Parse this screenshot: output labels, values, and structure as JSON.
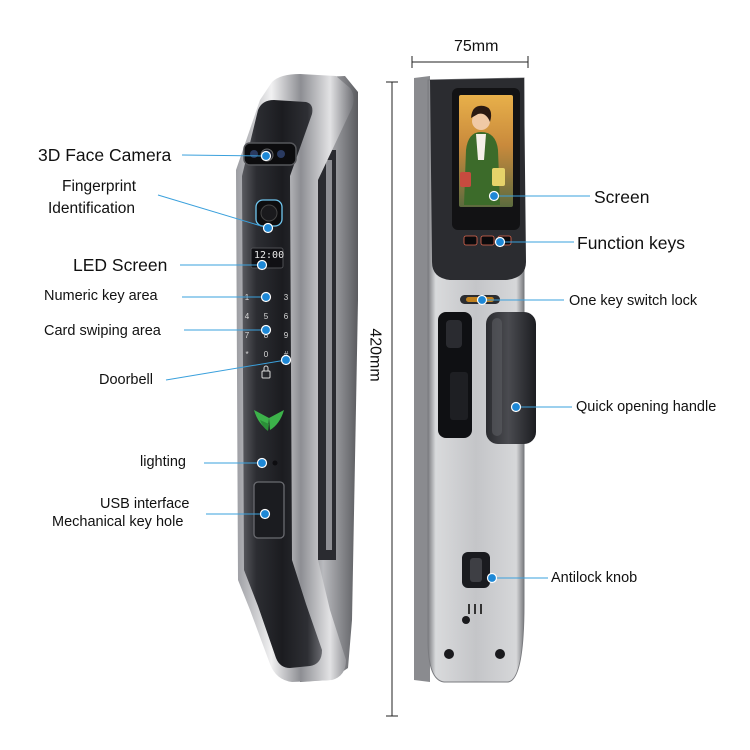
{
  "dimensions": {
    "width": "75mm",
    "height": "420mm"
  },
  "left_labels": [
    {
      "id": "face-camera",
      "text": "3D Face Camera"
    },
    {
      "id": "fingerprint",
      "lines": [
        "Fingerprint",
        "Identification"
      ]
    },
    {
      "id": "led-screen",
      "text": "LED Screen"
    },
    {
      "id": "numeric-keys",
      "text": "Numeric key area"
    },
    {
      "id": "card-swipe",
      "text": "Card swiping area"
    },
    {
      "id": "doorbell",
      "text": "Doorbell"
    },
    {
      "id": "lighting",
      "text": "lighting"
    },
    {
      "id": "usb-keyhole",
      "lines": [
        "USB interface",
        "Mechanical key hole"
      ]
    }
  ],
  "right_labels": [
    {
      "id": "screen",
      "text": "Screen"
    },
    {
      "id": "function-keys",
      "text": "Function keys"
    },
    {
      "id": "switch-lock",
      "text": "One key switch lock"
    },
    {
      "id": "handle",
      "text": "Quick opening handle"
    },
    {
      "id": "antilock",
      "text": "Antilock knob"
    }
  ],
  "front_panel": {
    "clock": "12:00",
    "keypad": [
      "1",
      "2",
      "3",
      "4",
      "5",
      "6",
      "7",
      "8",
      "9",
      "*",
      "0",
      "#"
    ]
  },
  "colors": {
    "leader": "#3aa0dc",
    "dot": "#1e88d6",
    "metal_dark": "#3c3d42",
    "metal_light": "#c9cacd",
    "logo_green": "#3cb24a"
  }
}
